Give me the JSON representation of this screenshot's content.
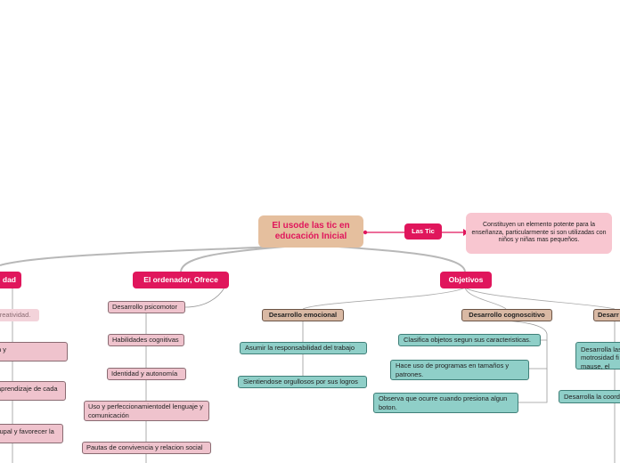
{
  "central": {
    "label": "El usode las tic en educación Inicial"
  },
  "side_link": {
    "label": "Las Tic"
  },
  "side_note": {
    "label": "Constituyen un elemento potente para la enseñanza, particularmente si son utilizadas con niños y niñas mas pequeños."
  },
  "branches": {
    "left_partial": "dad",
    "ordenador": "El ordenador, Ofrece",
    "objetivos": "Objetivos"
  },
  "left_items": [
    "creatividad.",
    "n y",
    "aprendizaje de cada",
    "rupal y favorecer la"
  ],
  "ordenador_items": [
    "Desarrollo psicomotor",
    "Habilidades cognitivas",
    "Identidad y autonomía",
    "Uso y perfeccionamientodel lenguaje y comunicación",
    "Pautas de convivencia y relacion social"
  ],
  "objetivos_groups": {
    "emocional": {
      "label": "Desarrollo emocional",
      "items": [
        "Asumir la responsabilidad del trabajo",
        "Sientiendose orgullosos por sus logros"
      ]
    },
    "cognoscitivo": {
      "label": "Desarrollo cognoscitivo",
      "items": [
        "Clasifica objetos segun sus caracteristicas.",
        "Hace uso de programas en tamaños y patrones.",
        "Observa que ocurre cuando presiona algun boton."
      ]
    },
    "partial": {
      "label": "Desarr",
      "items": [
        "Desarrolla las motrosidad fi el mause, el",
        "Desarrolla la coord"
      ]
    }
  },
  "colors": {
    "accent": "#e0165c",
    "central_bg": "#e5bf9e",
    "note_bg": "#f8c6d0",
    "pink_bg": "#efc3cd",
    "tan_bg": "#d9b9a4",
    "teal_bg": "#8fcfc8"
  }
}
